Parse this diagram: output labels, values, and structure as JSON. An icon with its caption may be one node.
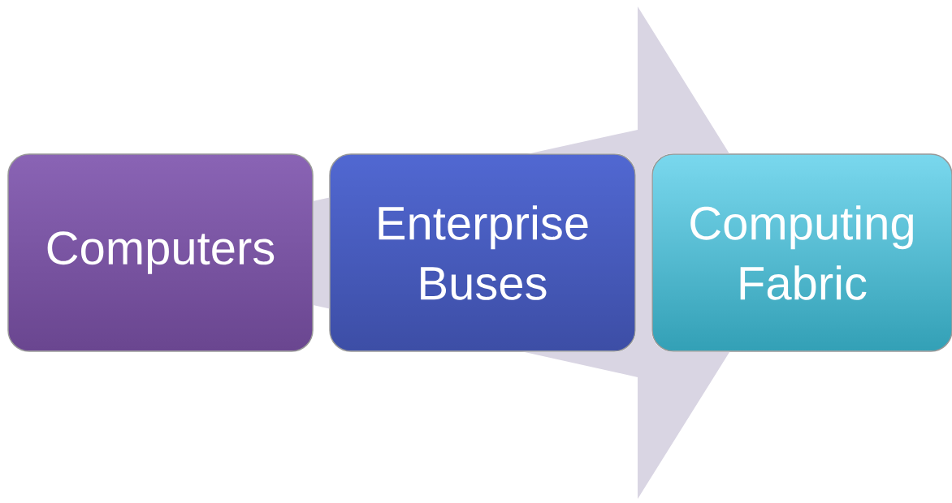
{
  "diagram": {
    "nodes": [
      {
        "text": [
          "Computers"
        ]
      },
      {
        "text": [
          "Enterprise Buses"
        ]
      },
      {
        "text": [
          "Computing Fabric"
        ]
      }
    ],
    "edges": [
      {
        "from": 0,
        "to": 2,
        "arrow": "to"
      }
    ]
  }
}
